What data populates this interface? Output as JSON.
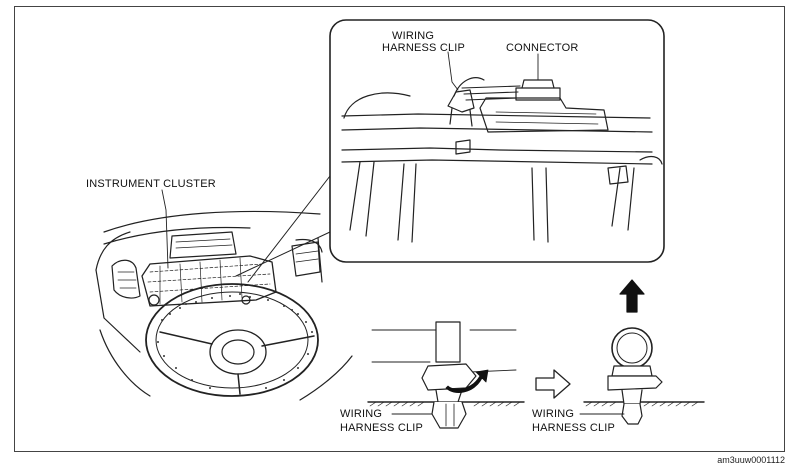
{
  "labels": {
    "inset_clip_line1": "WIRING",
    "inset_clip_line2": "HARNESS CLIP",
    "inset_connector": "CONNECTOR",
    "instrument_cluster": "INSTRUMENT CLUSTER",
    "clip_left_line1": "WIRING",
    "clip_left_line2": "HARNESS CLIP",
    "clip_right_line1": "WIRING",
    "clip_right_line2": "HARNESS CLIP"
  },
  "figure_code": "am3uuw0001112"
}
